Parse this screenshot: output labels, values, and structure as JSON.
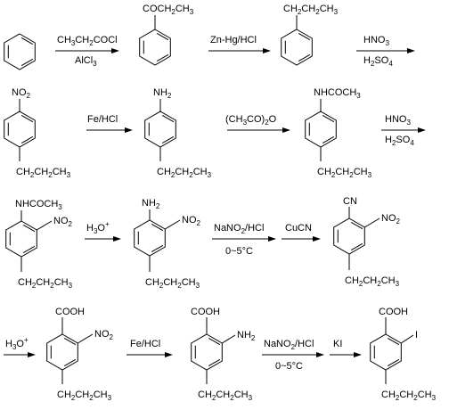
{
  "title": "",
  "reagents": {
    "r1_top": "CH3CH2COCl",
    "r1_bottom": "AlCl3",
    "r2_top": "Zn-Hg/HCl",
    "r3_top": "HNO3",
    "r3_bottom": "H2SO4",
    "r4_top": "Fe/HCl",
    "r5_top": "(CH3CO)2O",
    "r6_top": "HNO3",
    "r6_bottom": "H2SO4",
    "r7_top": "H3O+",
    "r8_top": "NaNO2/HCl",
    "r8_bottom": "0~5°C",
    "r9_top": "CuCN",
    "r10_top": "H3O+",
    "r11_top": "Fe/HCl",
    "r12_top": "NaNO2/HCl",
    "r12_bottom": "0~5°C",
    "r13_top": "KI"
  },
  "substituents": {
    "m1_coet": "COCH2CH3",
    "m2_pr": "CH2CH2CH3",
    "m3_no2": "NO2",
    "m3_pr": "CH2CH2CH3",
    "m4_nh2": "NH2",
    "m4_pr": "CH2CH2CH3",
    "m5_nhac": "NHCOCH3",
    "m5_pr": "CH2CH2CH3",
    "m6_nhac": "NHCOCH3",
    "m6_no2": "NO2",
    "m6_pr": "CH2CH2CH3",
    "m7_nh2": "NH2",
    "m7_no2": "NO2",
    "m7_pr": "CH2CH2CH3",
    "m8_cn": "CN",
    "m8_no2": "NO2",
    "m8_pr": "CH2CH2CH3",
    "m9_cooh": "COOH",
    "m9_no2": "NO2",
    "m9_pr": "CH2CH2CH3",
    "m10_cooh": "COOH",
    "m10_nh2": "NH2",
    "m10_pr": "CH2CH2CH3",
    "m11_cooh": "COOH",
    "m11_i": "I",
    "m11_pr": "CH2CH2CH3"
  }
}
